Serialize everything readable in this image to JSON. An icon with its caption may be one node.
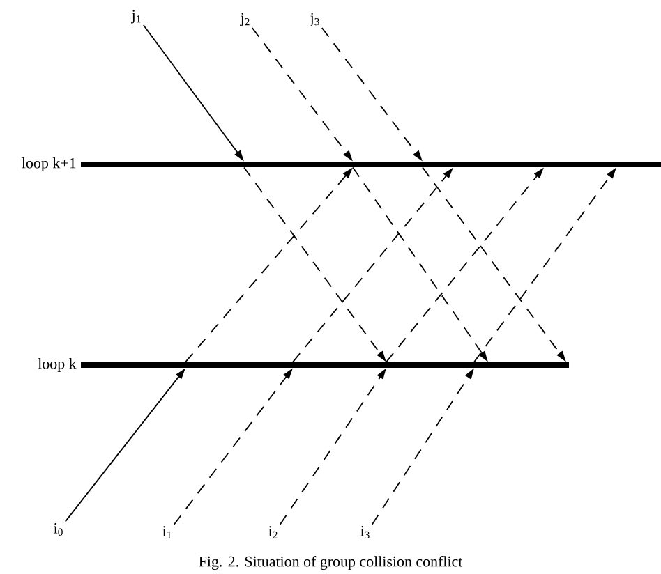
{
  "diagram": {
    "caption": "Fig. 2. Situation of group collision conflict",
    "nodes": [
      {
        "text": [
          "j$_{1}$"
        ]
      },
      {
        "text": [
          "j$_{2}$"
        ]
      },
      {
        "text": [
          "j$_{3}$"
        ]
      },
      {
        "text": [
          "loop k+1"
        ]
      },
      {
        "text": [
          "loop k"
        ]
      },
      {
        "text": [
          "i$_{0}$"
        ]
      },
      {
        "text": [
          "i$_{1}$"
        ]
      },
      {
        "text": [
          "i$_{2}$"
        ]
      },
      {
        "text": [
          "i$_{3}$"
        ]
      }
    ],
    "edges": [
      {
        "from": 0,
        "to": 3,
        "arrow": "to"
      },
      {
        "from": 3,
        "to": 4,
        "arrow": "to",
        "style": "dashed"
      },
      {
        "from": 1,
        "to": 3,
        "arrow": "to",
        "style": "dashed"
      },
      {
        "from": 3,
        "to": 4,
        "arrow": "to",
        "style": "dashed"
      },
      {
        "from": 2,
        "to": 3,
        "arrow": "to",
        "style": "dashed"
      },
      {
        "from": 3,
        "to": 4,
        "arrow": "to",
        "style": "dashed"
      },
      {
        "from": 5,
        "to": 4,
        "arrow": "to"
      },
      {
        "from": 4,
        "to": 3,
        "arrow": "to",
        "style": "dashed"
      },
      {
        "from": 6,
        "to": 4,
        "arrow": "to",
        "style": "dashed"
      },
      {
        "from": 4,
        "to": 3,
        "arrow": "to",
        "style": "dashed"
      },
      {
        "from": 7,
        "to": 4,
        "arrow": "to",
        "style": "dashed"
      },
      {
        "from": 4,
        "to": 3,
        "arrow": "to",
        "style": "dashed"
      },
      {
        "from": 8,
        "to": 4,
        "arrow": "to",
        "style": "dashed"
      },
      {
        "from": 4,
        "to": 3,
        "arrow": "to",
        "style": "dashed"
      }
    ]
  }
}
